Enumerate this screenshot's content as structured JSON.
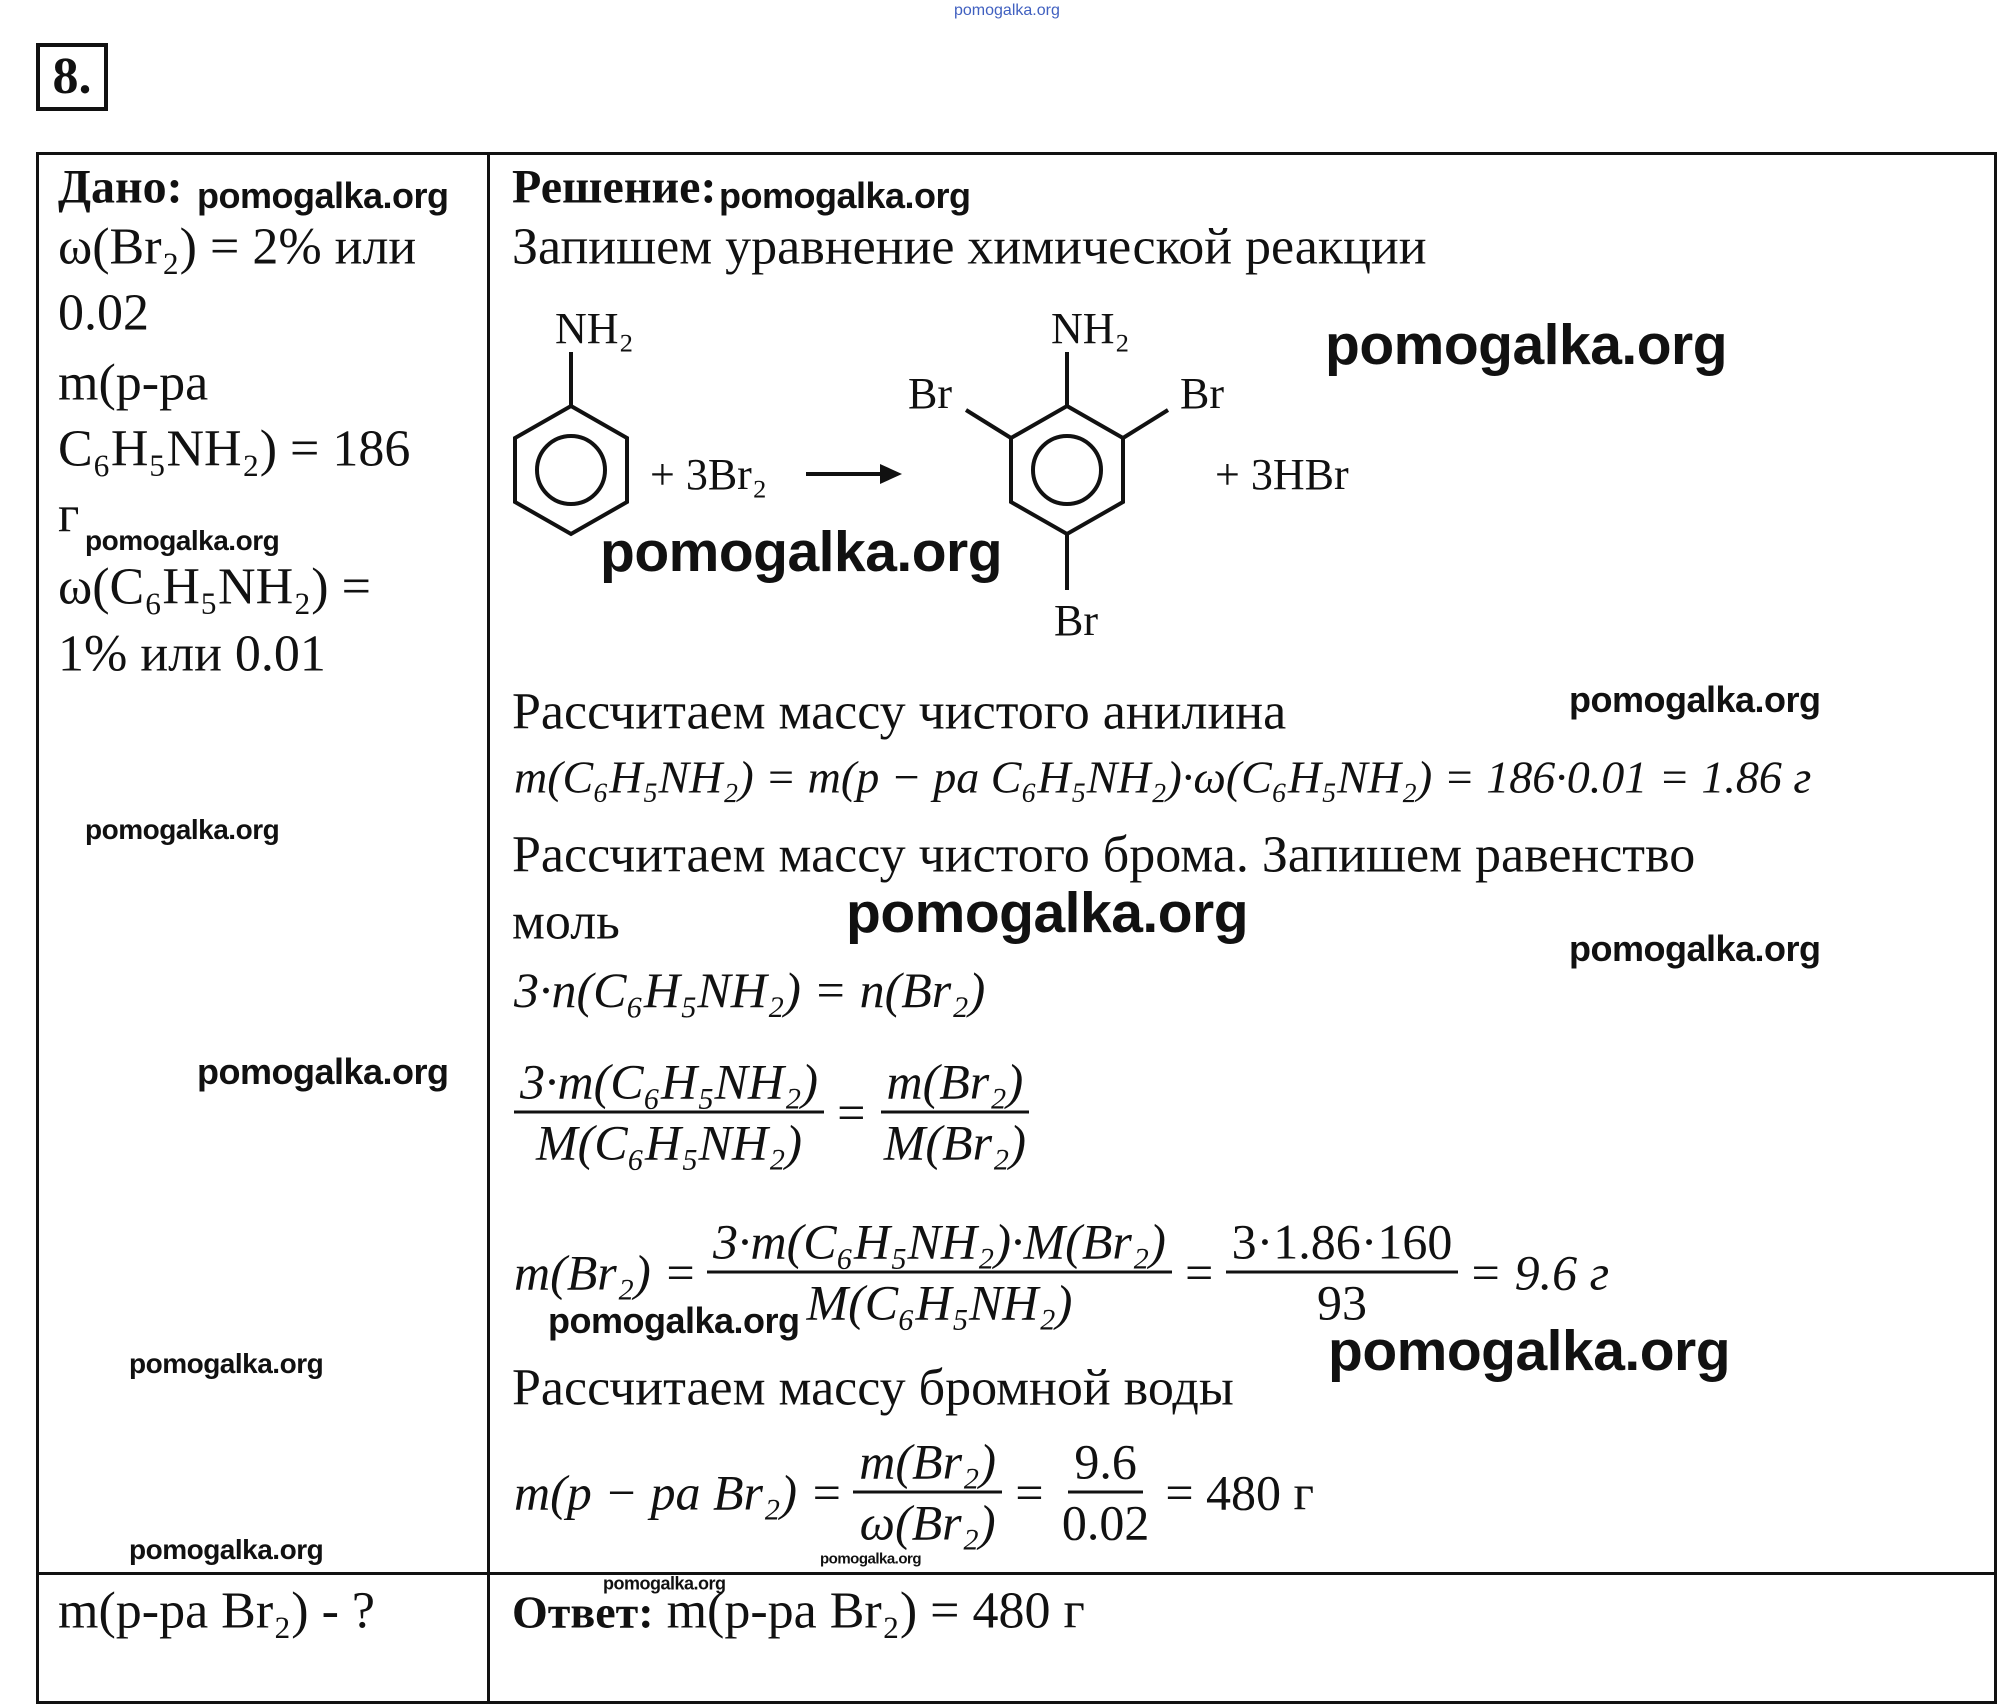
{
  "watermark": "pomogalka.org",
  "task_number": "8.",
  "given": {
    "heading": "Дано:",
    "lines": [
      "ω(Br₂) = 2% или",
      "0.02",
      "m(р-ра",
      "C₆H₅NH₂) = 186",
      "г",
      "ω(C₆H₅NH₂) =",
      "1% или 0.01"
    ],
    "find": "m(р-ра Br₂) - ?"
  },
  "solution": {
    "heading": "Решение:",
    "step1": "Запишем уравнение химической реакции",
    "reaction": {
      "nh2": "NH₂",
      "plus_reagent": "+ 3Br₂",
      "br": "Br",
      "plus_product": "+ 3HBr"
    },
    "step2": "Рассчитаем массу чистого анилина",
    "formula2": "m(C₆H₅NH₂) = m(р − ра C₆H₅NH₂)·ω(C₆H₅NH₂) = 186·0.01 = 1.86 г",
    "step3a": "Рассчитаем массу чистого брома. Запишем равенство",
    "step3b": "моль",
    "formula3": "3·n(C₆H₅NH₂) = n(Br₂)",
    "formula4": {
      "num_left": "3·m(C₆H₅NH₂)",
      "den_left": "M(C₆H₅NH₂)",
      "eq": "=",
      "num_right": "m(Br₂)",
      "den_right": "M(Br₂)"
    },
    "formula5": {
      "lhs": "m(Br₂) =",
      "num1": "3·m(C₆H₅NH₂)·M(Br₂)",
      "den1": "M(C₆H₅NH₂)",
      "eq1": "=",
      "num2": "3·1.86·160",
      "den2": "93",
      "result": "= 9.6 г"
    },
    "step4": "Рассчитаем массу бромной воды",
    "formula6": {
      "lhs": "m(р − ра Br₂) =",
      "num1": "m(Br₂)",
      "den1": "ω(Br₂)",
      "eq1": "=",
      "num2": "9.6",
      "den2": "0.02",
      "result": "= 480 г"
    },
    "answer_label": "Ответ:",
    "answer_value": "m(р-ра Br₂) = 480 г"
  }
}
